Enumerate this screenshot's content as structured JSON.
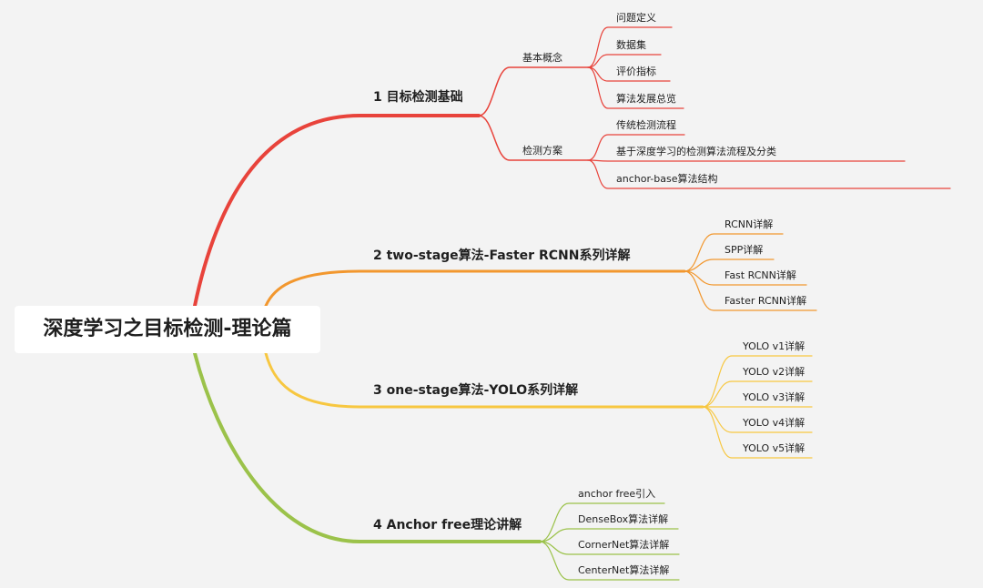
{
  "root": "深度学习之目标检测-理论篇",
  "branches": [
    {
      "label": "1 目标检测基础",
      "color": "#e8433b",
      "groups": [
        {
          "label": "基本概念",
          "items": [
            "问题定义",
            "数据集",
            "评价指标",
            "算法发展总览"
          ]
        },
        {
          "label": "检测方案",
          "items": [
            "传统检测流程",
            "基于深度学习的检测算法流程及分类",
            "anchor-base算法结构"
          ]
        }
      ]
    },
    {
      "label": "2 two-stage算法-Faster RCNN系列详解",
      "color": "#f2972e",
      "items": [
        "RCNN详解",
        "SPP详解",
        "Fast RCNN详解",
        "Faster RCNN详解"
      ]
    },
    {
      "label": "3 one-stage算法-YOLO系列详解",
      "color": "#f7c740",
      "items": [
        "YOLO v1详解",
        "YOLO v2详解",
        "YOLO v3详解",
        "YOLO v4详解",
        "YOLO v5详解"
      ]
    },
    {
      "label": "4 Anchor free理论讲解",
      "color": "#9bc24a",
      "items": [
        "anchor free引入",
        "DenseBox算法详解",
        "CornerNet算法详解",
        "CenterNet算法详解"
      ]
    }
  ]
}
